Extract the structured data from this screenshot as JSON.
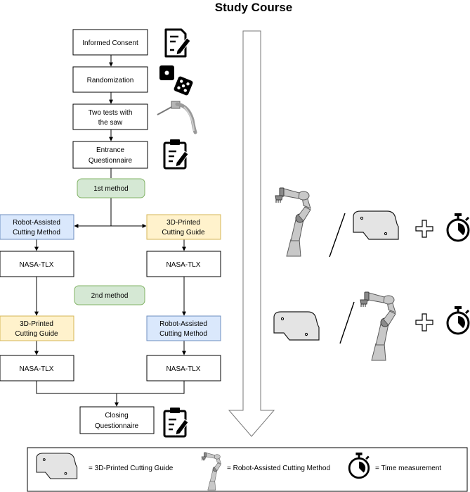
{
  "title": "Study Course",
  "steps": {
    "informed_consent": "Informed Consent",
    "randomization": "Randomization",
    "saw_tests_line1": "Two tests with",
    "saw_tests_line2": "the saw",
    "entrance_line1": "Entrance",
    "entrance_line2": "Questionnaire",
    "first_method": "1st method",
    "robot_left_line1": "Robot-Assisted",
    "robot_left_line2": "Cutting Method",
    "guide_right_line1": "3D-Printed",
    "guide_right_line2": "Cutting Guide",
    "nasa_1": "NASA-TLX",
    "nasa_2": "NASA-TLX",
    "second_method": "2nd method",
    "guide_left_line1": "3D-Printed",
    "guide_left_line2": "Cutting Guide",
    "robot_right_line1": "Robot-Assisted",
    "robot_right_line2": "Cutting Method",
    "nasa_3": "NASA-TLX",
    "nasa_4": "NASA-TLX",
    "closing_line1": "Closing",
    "closing_line2": "Questionnaire"
  },
  "legend": {
    "guide": "= 3D-Printed Cutting Guide",
    "robot": "= Robot-Assisted Cutting Method",
    "timer": "= Time measurement"
  },
  "colors": {
    "blue_fill": "#dae8fc",
    "yellow_fill": "#fff2cc",
    "green_fill": "#d5e8d4"
  },
  "icons": [
    "consent-form-icon",
    "dice-icon",
    "saw-icon",
    "clipboard-icon",
    "robot-arm-icon",
    "cutting-guide-icon",
    "plus-icon",
    "stopwatch-icon"
  ]
}
